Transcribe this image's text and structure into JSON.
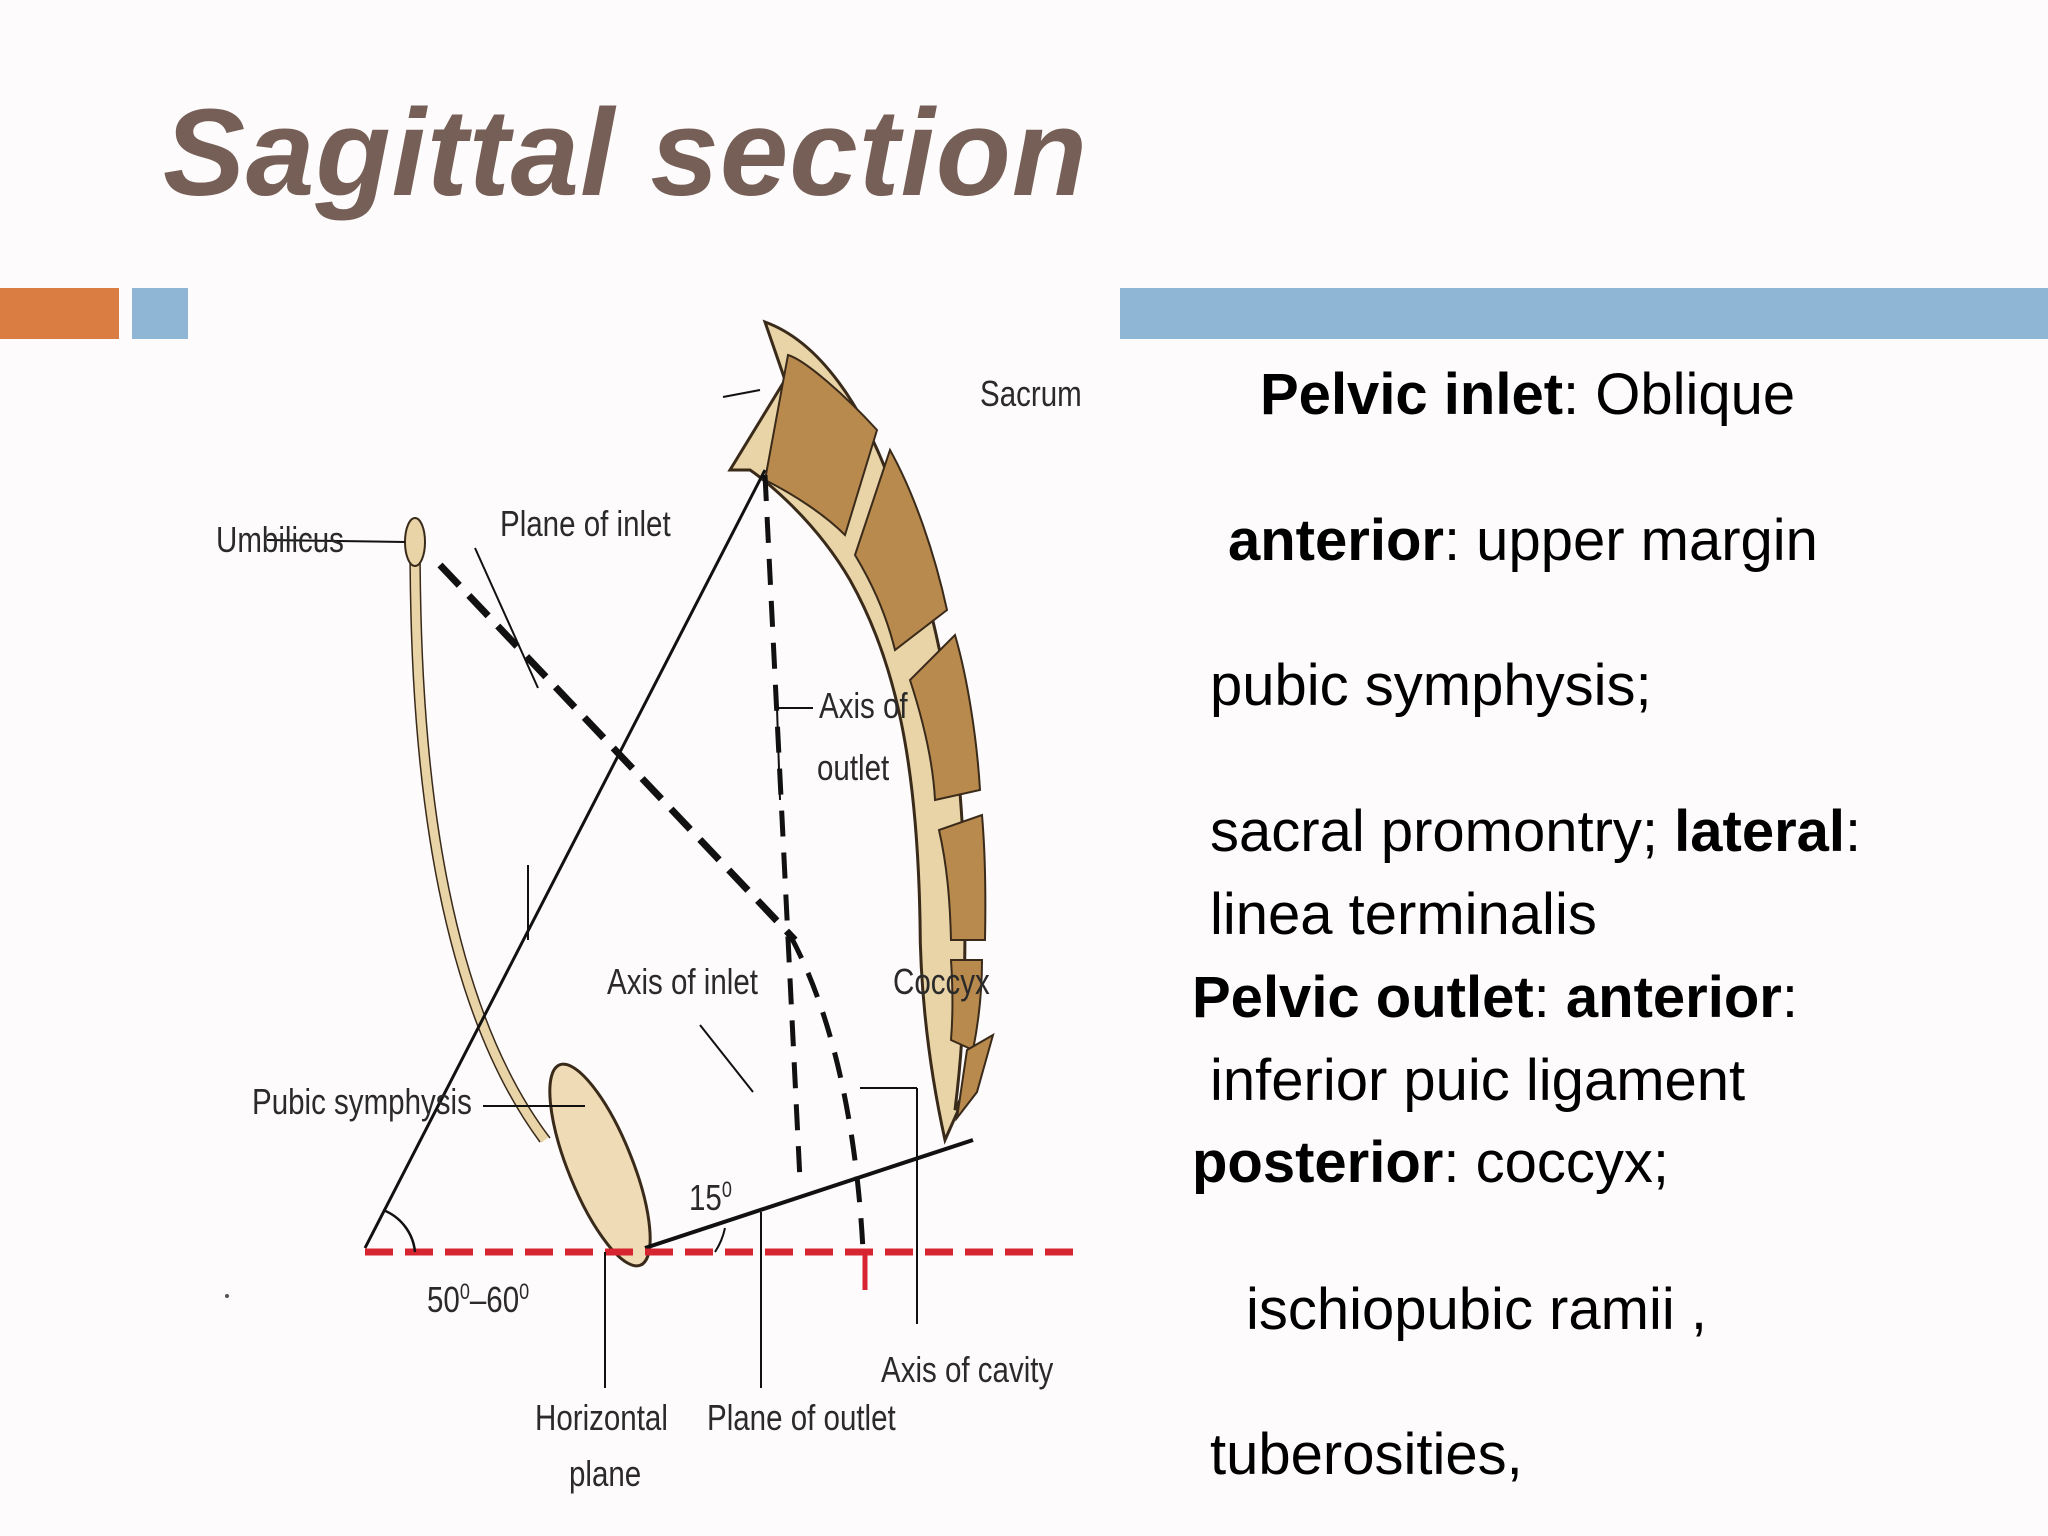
{
  "slide": {
    "title": "Sagittal section",
    "colors": {
      "title": "#765f57",
      "accent_orange": "#da7d43",
      "accent_blue": "#8fb6d4"
    }
  },
  "diagram": {
    "labels": {
      "sacrum": "Sacrum",
      "umbilicus": "Umbilicus",
      "plane_of_inlet": "Plane of inlet",
      "axis_of_outlet_1": "Axis of",
      "axis_of_outlet_2": "outlet",
      "axis_of_inlet": "Axis of inlet",
      "coccyx": "Coccyx",
      "pubic_symphysis": "Pubic symphysis",
      "angle_15": "15",
      "angle_15_sup": "0",
      "angle_50": "50",
      "angle_50_sup": "0",
      "angle_dash": "–60",
      "angle_60_sup": "0",
      "axis_of_cavity": "Axis of cavity",
      "horizontal_1": "Horizontal",
      "horizontal_2": "plane",
      "plane_of_outlet": "Plane of outlet"
    }
  },
  "notes": {
    "l1_bold": "Pelvic inlet",
    "l1_rest": ": Oblique",
    "l2_bold": "anterior",
    "l2_rest": ": upper margin",
    "l3": "pubic symphysis;",
    "l4_a": "sacral promontry; ",
    "l4_bold": "lateral",
    "l4_rest": ":",
    "l5": "linea terminalis",
    "l6_bold1": "Pelvic outlet",
    "l6_sep": ": ",
    "l6_bold2": "anterior",
    "l6_rest": ":",
    "l7": "inferior puic ligament",
    "l8_bold": "posterior",
    "l8_rest": ": coccyx;",
    "l9": "ischiopubic ramii ,",
    "l10": "tuberosities,"
  }
}
